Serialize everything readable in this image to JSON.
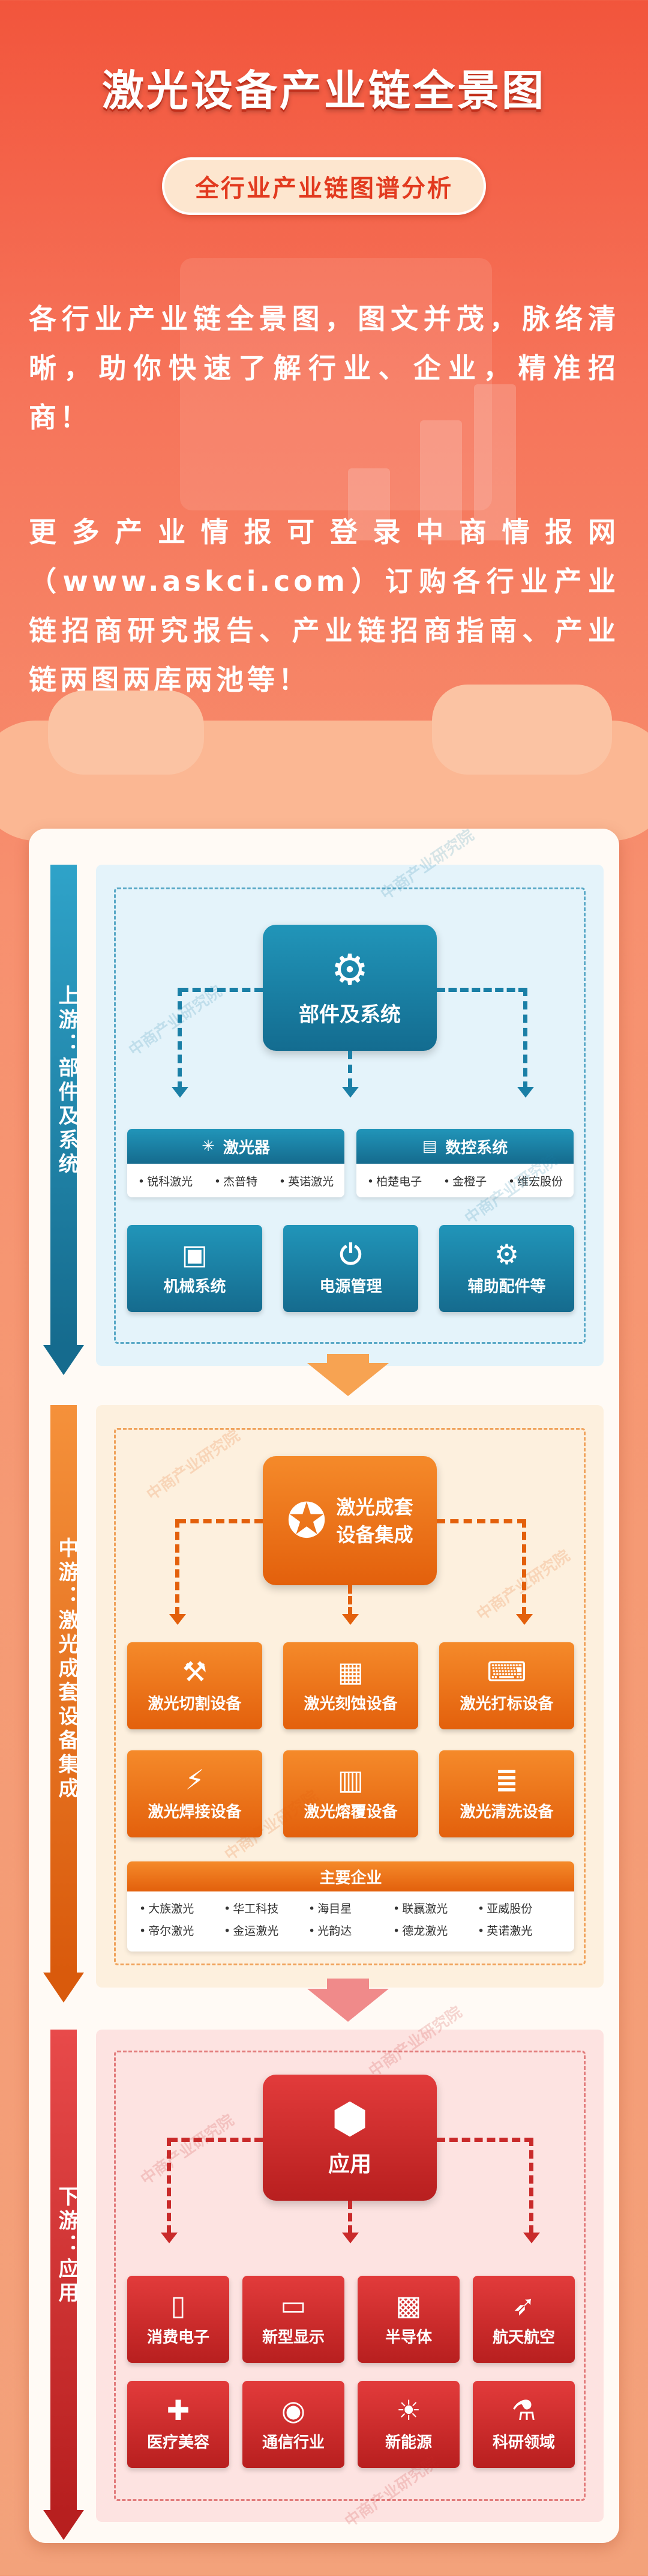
{
  "header": {
    "title": "激光设备产业链全景图",
    "subtitle": "全行业产业链图谱分析",
    "intro_1": "各行业产业链全景图，图文并茂，脉络清晰，助你快速了解行业、企业，精准招商！",
    "intro_2": "更多产业情报可登录中商情报网（www.askci.com）订购各行业产业链招商研究报告、产业链招商指南、产业链两图两库两池等！"
  },
  "watermark": "中商产业研究院",
  "colors": {
    "upstream": "#1a7fa6",
    "midstream": "#ee6a16",
    "downstream": "#d93232",
    "background": "#f6745a"
  },
  "upstream": {
    "label": "上游：部件及系统",
    "hub": {
      "label": "部件及系统",
      "icon": "monitor-gear-icon"
    },
    "laser": {
      "title": "激光器",
      "icon": "laser-icon",
      "companies": [
        "锐科激光",
        "杰普特",
        "英诺激光"
      ]
    },
    "cnc": {
      "title": "数控系统",
      "icon": "cnc-panel-icon",
      "companies": [
        "柏楚电子",
        "金橙子",
        "维宏股份"
      ]
    },
    "boxes": [
      {
        "label": "机械系统",
        "icon": "machine-icon"
      },
      {
        "label": "电源管理",
        "icon": "power-icon"
      },
      {
        "label": "辅助配件等",
        "icon": "gear-icon"
      }
    ]
  },
  "midstream": {
    "label": "中游：激光成套设备集成",
    "hub": {
      "label_1": "激光成套",
      "label_2": "设备集成",
      "icon": "bulb-gear-icon"
    },
    "boxes": [
      {
        "label": "激光切割设备",
        "icon": "cutting-icon"
      },
      {
        "label": "激光刻蚀设备",
        "icon": "etching-icon"
      },
      {
        "label": "激光打标设备",
        "icon": "marking-icon"
      },
      {
        "label": "激光焊接设备",
        "icon": "welding-icon"
      },
      {
        "label": "激光熔覆设备",
        "icon": "cladding-icon"
      },
      {
        "label": "激光清洗设备",
        "icon": "cleaning-icon"
      }
    ],
    "firms_title": "主要企业",
    "firms": [
      "大族激光",
      "华工科技",
      "海目星",
      "联赢激光",
      "亚威股份",
      "帝尔激光",
      "金运激光",
      "光韵达",
      "德龙激光",
      "英诺激光"
    ]
  },
  "downstream": {
    "label": "下游：应用",
    "hub": {
      "label": "应用",
      "icon": "box-icon"
    },
    "boxes": [
      {
        "label": "消费电子",
        "icon": "phone-icon"
      },
      {
        "label": "新型显示",
        "icon": "display-icon"
      },
      {
        "label": "半导体",
        "icon": "chip-icon"
      },
      {
        "label": "航天航空",
        "icon": "rocket-icon"
      },
      {
        "label": "医疗美容",
        "icon": "medical-icon"
      },
      {
        "label": "通信行业",
        "icon": "signal-icon"
      },
      {
        "label": "新能源",
        "icon": "energy-icon"
      },
      {
        "label": "科研领域",
        "icon": "microscope-icon"
      }
    ]
  }
}
